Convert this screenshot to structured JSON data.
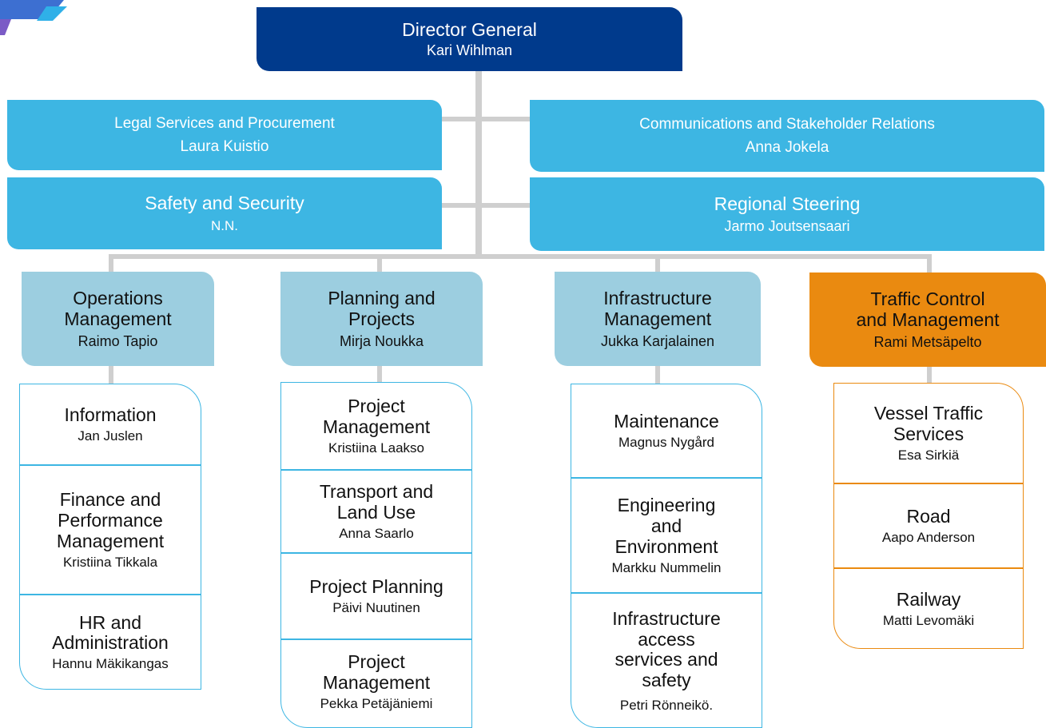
{
  "director": {
    "title": "Director General",
    "name": "Kari Wihlman"
  },
  "staff_units": [
    {
      "title": "Legal Services and Procurement",
      "name": "Laura Kuistio"
    },
    {
      "title": "Communications and Stakeholder Relations",
      "name": "Anna Jokela"
    },
    {
      "title": "Safety and Security",
      "name": "N.N."
    },
    {
      "title": "Regional Steering",
      "name": "Jarmo Joutsensaari"
    }
  ],
  "departments": [
    {
      "title_lines": [
        "Operations",
        "Management"
      ],
      "name": "Raimo Tapio",
      "units": [
        {
          "title_lines": [
            "Information"
          ],
          "name": "Jan Juslen"
        },
        {
          "title_lines": [
            "Finance and",
            "Performance",
            "Management"
          ],
          "name": "Kristiina Tikkala"
        },
        {
          "title_lines": [
            "HR and",
            "Administration"
          ],
          "name": "Hannu Mäkikangas"
        }
      ]
    },
    {
      "title_lines": [
        "Planning and",
        "Projects"
      ],
      "name": "Mirja Noukka",
      "units": [
        {
          "title_lines": [
            "Project",
            "Management"
          ],
          "name": "Kristiina Laakso"
        },
        {
          "title_lines": [
            "Transport and",
            "Land Use"
          ],
          "name": "Anna Saarlo"
        },
        {
          "title_lines": [
            "Project Planning"
          ],
          "name": "Päivi Nuutinen"
        },
        {
          "title_lines": [
            "Project",
            "Management"
          ],
          "name": "Pekka Petäjäniemi"
        }
      ]
    },
    {
      "title_lines": [
        "Infrastructure",
        "Management"
      ],
      "name": "Jukka Karjalainen",
      "units": [
        {
          "title_lines": [
            "Maintenance"
          ],
          "name": "Magnus Nygård"
        },
        {
          "title_lines": [
            "Engineering",
            "and",
            "Environment"
          ],
          "name": "Markku Nummelin"
        },
        {
          "title_lines": [
            "Infrastructure",
            "access",
            "services and",
            "safety"
          ],
          "name": "Petri Rönneikö."
        }
      ]
    },
    {
      "title_lines": [
        "Traffic Control",
        "and Management"
      ],
      "name": "Rami Metsäpelto",
      "units": [
        {
          "title_lines": [
            "Vessel Traffic",
            "Services"
          ],
          "name": "Esa Sirkiä"
        },
        {
          "title_lines": [
            "Road"
          ],
          "name": "Aapo Anderson"
        },
        {
          "title_lines": [
            "Railway"
          ],
          "name": "Matti Levomäki"
        }
      ]
    }
  ],
  "colors": {
    "director": "#003a8c",
    "staff": "#3db6e3",
    "department": "#9ccee0",
    "traffic_department": "#ea8a10",
    "connector": "#cfcfcf"
  }
}
